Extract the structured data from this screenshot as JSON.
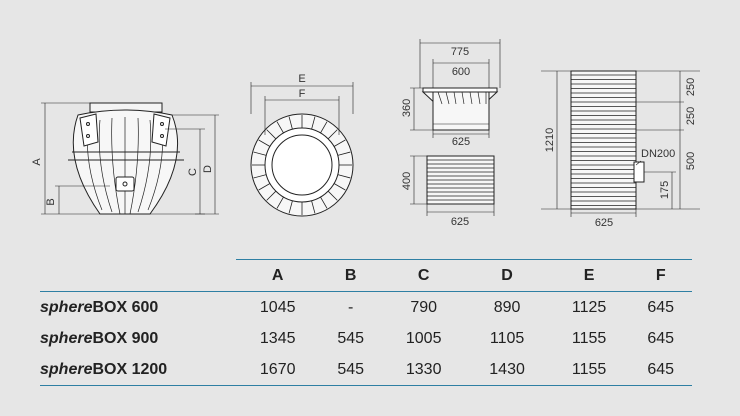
{
  "dimensions": {
    "A": "A",
    "B": "B",
    "C": "C",
    "D": "D",
    "E": "E",
    "F": "F",
    "outer_775": "775",
    "inner_600": "600",
    "h_360": "360",
    "base_625_top": "625",
    "h_400": "400",
    "base_625_mid": "625",
    "h_1210": "1210",
    "base_625_right": "625",
    "seg_250_a": "250",
    "seg_250_b": "250",
    "seg_500": "500",
    "seg_175": "175",
    "pipe_label": "DN200"
  },
  "table": {
    "columns": [
      "A",
      "B",
      "C",
      "D",
      "E",
      "F"
    ],
    "rows": [
      {
        "prefix": "sphere",
        "name": "BOX 600",
        "values": [
          "1045",
          "-",
          "790",
          "890",
          "1125",
          "645"
        ]
      },
      {
        "prefix": "sphere",
        "name": "BOX 900",
        "values": [
          "1345",
          "545",
          "1005",
          "1105",
          "1155",
          "645"
        ]
      },
      {
        "prefix": "sphere",
        "name": "BOX 1200",
        "values": [
          "1670",
          "545",
          "1330",
          "1430",
          "1155",
          "645"
        ]
      }
    ]
  },
  "colors": {
    "accent": "#2e7fa3",
    "background": "#e6e6e6"
  }
}
